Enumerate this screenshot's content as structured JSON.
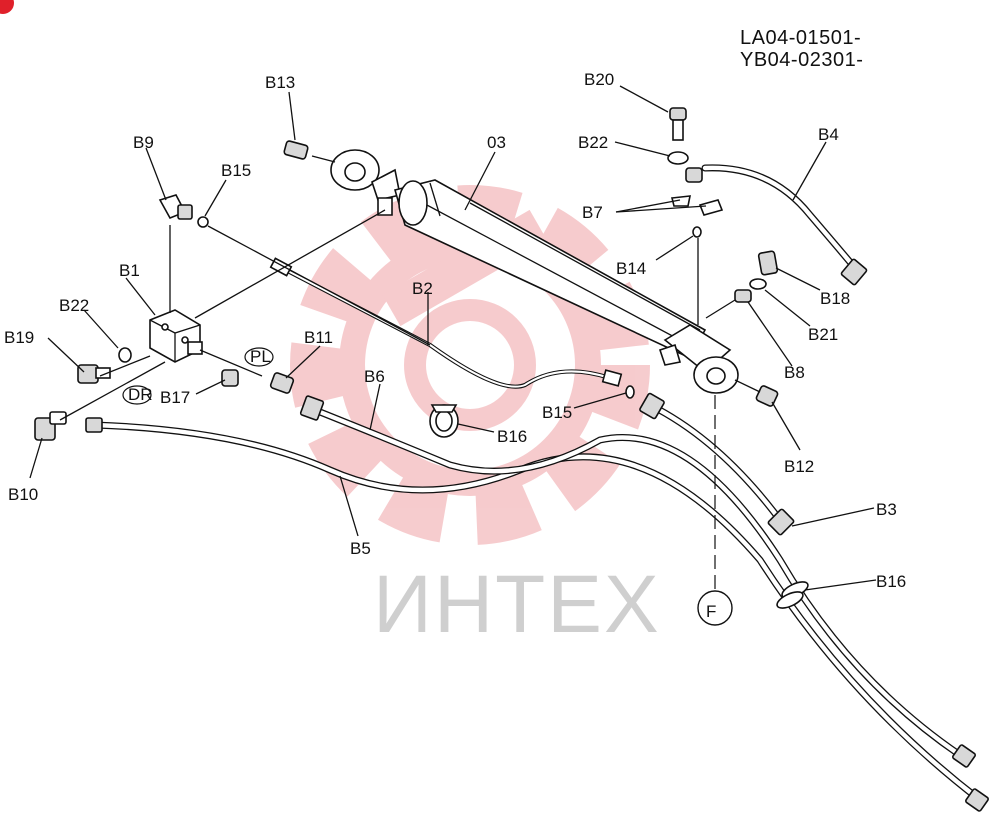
{
  "serial_numbers": [
    "LA04-01501-",
    "YB04-02301-"
  ],
  "watermark": "ИНТЕХ",
  "callouts": {
    "B13": "B13",
    "03": "03",
    "B20": "B20",
    "B22_top": "B22",
    "B4": "B4",
    "B9": "B9",
    "B15_top": "B15",
    "B7": "B7",
    "B14": "B14",
    "B18": "B18",
    "B1": "B1",
    "B2": "B2",
    "B21": "B21",
    "B22_left": "B22",
    "B19": "B19",
    "B11": "B11",
    "B8": "B8",
    "B6": "B6",
    "B17": "B17",
    "B15_mid": "B15",
    "B12": "B12",
    "B16_mid": "B16",
    "B10": "B10",
    "B3": "B3",
    "B5": "B5",
    "B16_right": "B16"
  },
  "port_marks": {
    "pl": "PL",
    "dr": "DR"
  },
  "view_marker": "F",
  "colors": {
    "line": "#111111",
    "watermark_gear": "#f6c9cb",
    "watermark_text": "#cfcfcf",
    "badge": "#e0202a"
  }
}
